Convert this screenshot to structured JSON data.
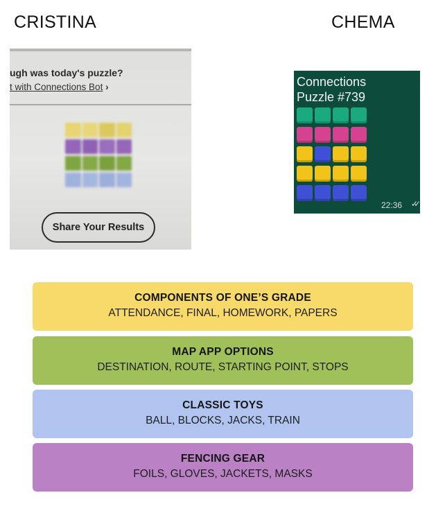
{
  "names": {
    "left": "CRISTINA",
    "right": "CHEMA"
  },
  "photo": {
    "question": "ugh was today's puzzle?",
    "link_prefix": "t with Connections Bot",
    "link_arrow": "›",
    "share_label": "Share Your Results",
    "grid_colors": [
      [
        "#e7d472",
        "#e8d77a",
        "#dcc95e",
        "#e3d36f"
      ],
      [
        "#9465b8",
        "#8f61b4",
        "#9a6dbd",
        "#9467b7"
      ],
      [
        "#7fa542",
        "#86aa47",
        "#7aa13e",
        "#83a845"
      ],
      [
        "#9fb2dc",
        "#a4b7de",
        "#9cafda",
        "#a2b5dd"
      ]
    ]
  },
  "chat": {
    "title_line1": "Connections",
    "title_line2": "Puzzle #739",
    "time": "22:36",
    "tick": "✓✓",
    "grid": [
      [
        "#1aaa7e",
        "#1aaa7e",
        "#1aaa7e",
        "#1aaa7e"
      ],
      [
        "#d6428f",
        "#d6428f",
        "#d6428f",
        "#d6428f"
      ],
      [
        "#f2c318",
        "#3f4fd6",
        "#f2c318",
        "#f2c318"
      ],
      [
        "#f2c318",
        "#f2c318",
        "#f2c318",
        "#f2c318"
      ],
      [
        "#3f4fd6",
        "#3f4fd6",
        "#3f4fd6",
        "#3f4fd6"
      ]
    ]
  },
  "groups": [
    {
      "title": "COMPONENTS OF ONE’S GRADE",
      "words": "ATTENDANCE, FINAL, HOMEWORK, PAPERS",
      "color": "#f7da6a"
    },
    {
      "title": "MAP APP OPTIONS",
      "words": "DESTINATION, ROUTE, STARTING POINT, STOPS",
      "color": "#a0c15a"
    },
    {
      "title": "CLASSIC TOYS",
      "words": "BALL, BLOCKS, JACKS, TRAIN",
      "color": "#b0c4ef"
    },
    {
      "title": "FENCING GEAR",
      "words": "FOILS, GLOVES, JACKETS, MASKS",
      "color": "#ba81c5"
    }
  ]
}
